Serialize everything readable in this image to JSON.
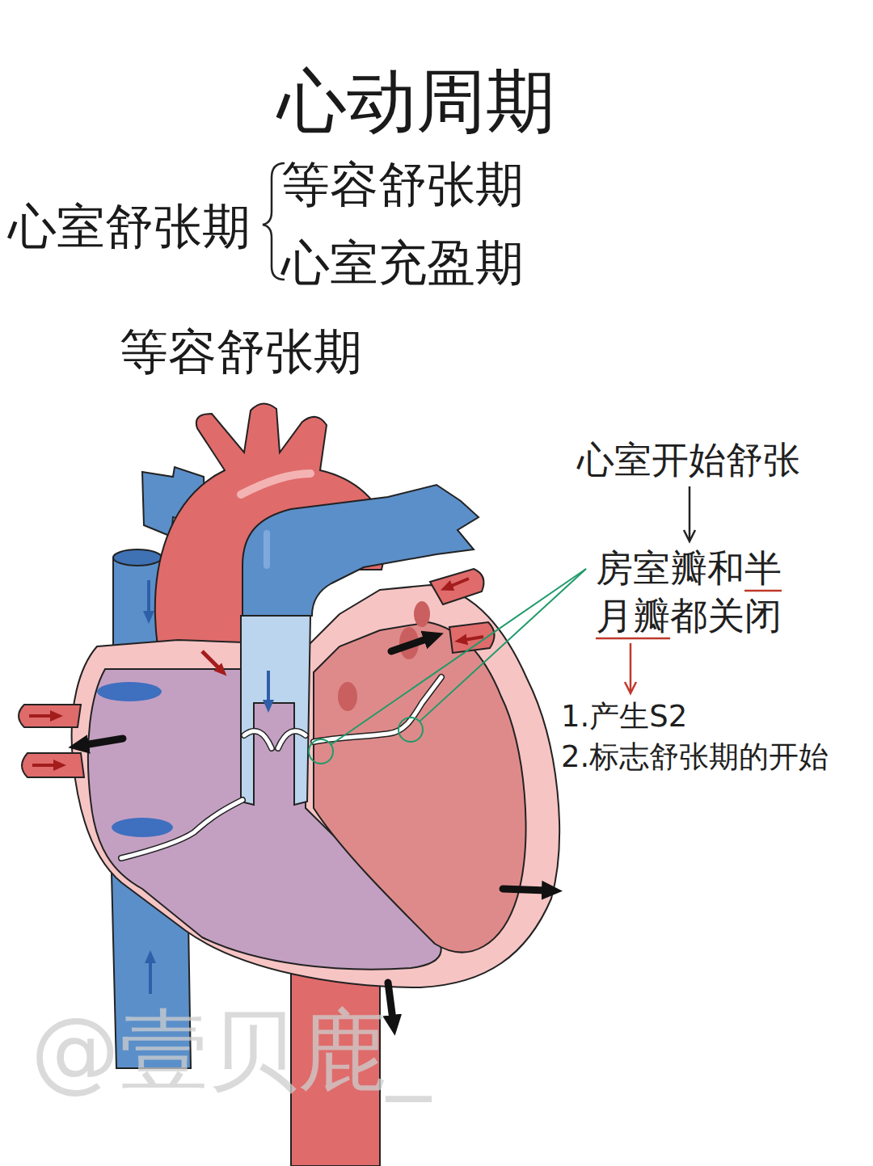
{
  "diagram": {
    "title": "心动周期",
    "nodes": [
      {
        "text": [
          "心室开始舒张"
        ]
      },
      {
        "text": [
          "房室瓣和半月瓣都关闭"
        ]
      },
      {
        "text": [
          "1.产生S2",
          "2.标志舒张期的开始"
        ]
      }
    ],
    "edges": [
      {
        "from": 0,
        "to": 1,
        "arrow": "to"
      },
      {
        "from": 1,
        "to": 2,
        "arrow": "to"
      }
    ],
    "labels": [
      "心室舒张期",
      "等容舒张期",
      "心室充盈期",
      "等容舒张期",
      "@壹贝鹿_"
    ]
  }
}
